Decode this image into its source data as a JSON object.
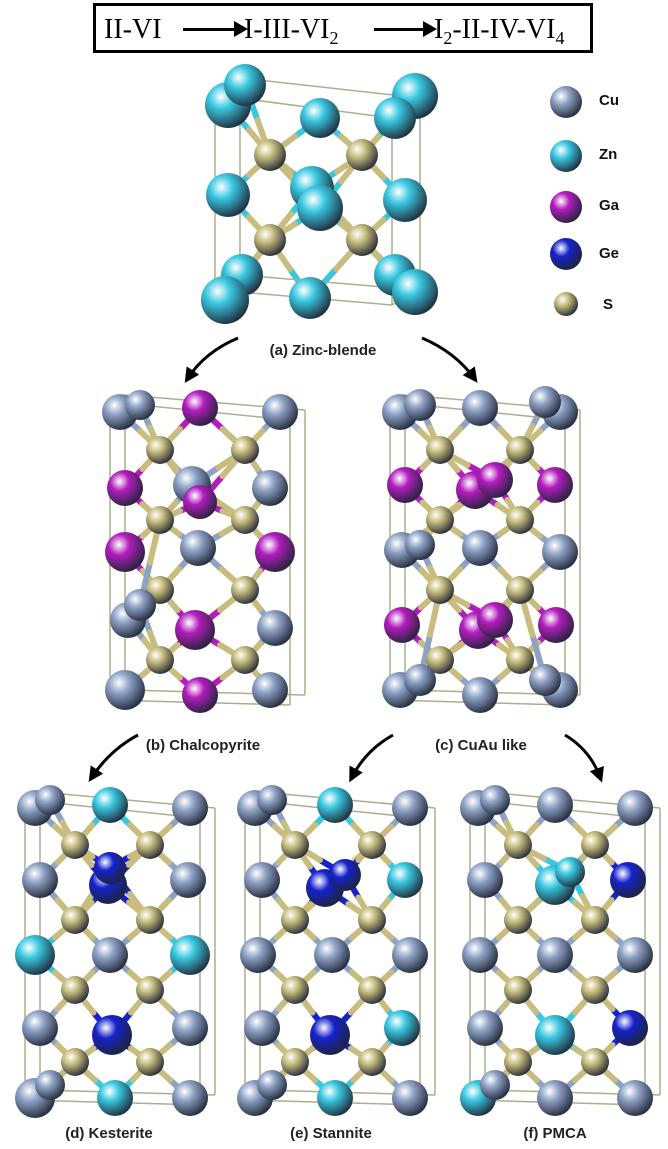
{
  "header": {
    "step1": "II-VI",
    "step2_main": "I-III-VI",
    "step2_sub": "2",
    "step3_main": "I",
    "step3_sub1": "2",
    "step3_mid": "-II-IV-VI",
    "step3_sub2": "4"
  },
  "legend": [
    {
      "label": "Cu",
      "color": "#8ea2c6"
    },
    {
      "label": "Zn",
      "color": "#39c7e0"
    },
    {
      "label": "Ga",
      "color": "#b21cbd"
    },
    {
      "label": "Ge",
      "color": "#1622cc"
    },
    {
      "label": "S",
      "color": "#c8bd7e"
    }
  ],
  "captions": {
    "a": "(a) Zinc-blende",
    "b": "(b) Chalcopyrite",
    "c": "(c) CuAu like",
    "d": "(d) Kesterite",
    "e": "(e) Stannite",
    "f": "(f) PMCA"
  },
  "structures": {
    "a": [
      "Zn",
      "Zn",
      "Zn",
      "Zn",
      "Zn",
      "Zn",
      "Zn",
      "Zn",
      "Zn",
      "Zn",
      "Zn",
      "Zn",
      "Zn",
      "Zn"
    ],
    "b": [
      "Cu",
      "Ga",
      "Cu",
      "Cu",
      "Cu",
      "Ga",
      "Cu",
      "Ga",
      "Ga",
      "Cu",
      "Ga",
      "Cu",
      "Ga",
      "Cu",
      "Cu",
      "Ga",
      "Cu",
      "Cu"
    ],
    "c": [
      "Cu",
      "Cu",
      "Cu",
      "Cu",
      "Cu",
      "Ga",
      "Ga",
      "Ga",
      "Ga",
      "Cu",
      "Cu",
      "Cu",
      "Cu",
      "Ga",
      "Ga",
      "Ga",
      "Ga",
      "Cu",
      "Cu",
      "Cu",
      "Cu",
      "Cu"
    ],
    "d": [
      "Cu",
      "Zn",
      "Cu",
      "Cu",
      "Cu",
      "Ge",
      "Cu",
      "Ge",
      "Zn",
      "Cu",
      "Zn",
      "Cu",
      "Ge",
      "Cu",
      "Cu",
      "Zn",
      "Cu",
      "Cu"
    ],
    "e": [
      "Cu",
      "Zn",
      "Cu",
      "Cu",
      "Cu",
      "Ge",
      "Zn",
      "Ge",
      "Cu",
      "Cu",
      "Cu",
      "Cu",
      "Ge",
      "Zn",
      "Cu",
      "Zn",
      "Cu",
      "Cu"
    ],
    "f": [
      "Cu",
      "Cu",
      "Cu",
      "Cu",
      "Cu",
      "Zn",
      "Ge",
      "Zn",
      "Cu",
      "Cu",
      "Cu",
      "Cu",
      "Zn",
      "Ge",
      "Zn",
      "Cu",
      "Cu",
      "Cu"
    ]
  }
}
